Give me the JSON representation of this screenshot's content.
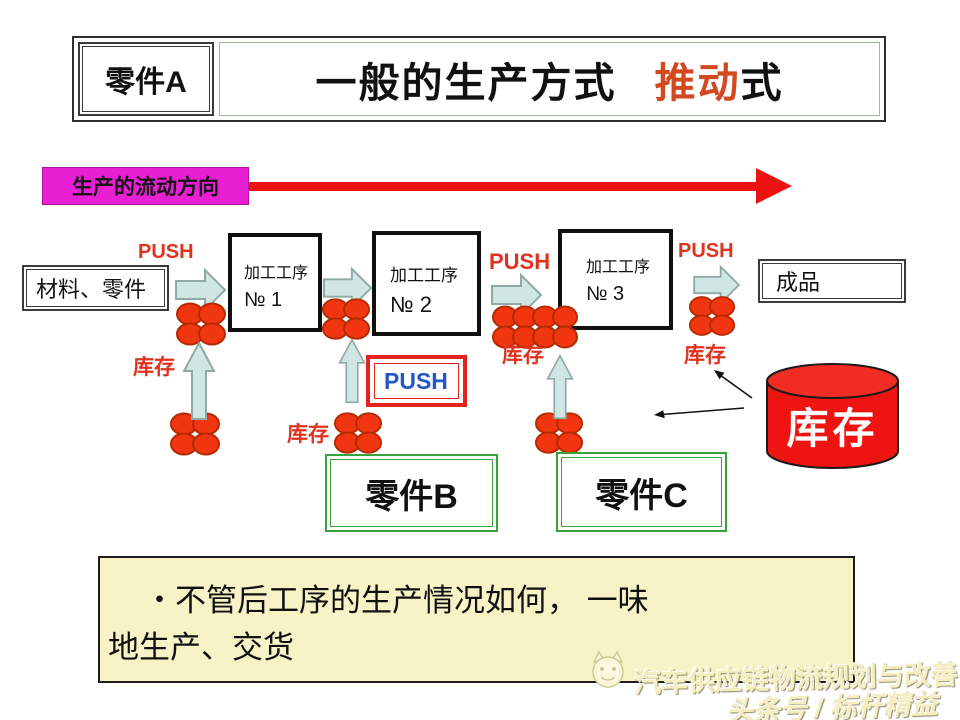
{
  "header": {
    "part_label": "零件A",
    "title_main": "一般的生产方式",
    "title_accent": "推动",
    "title_tail": "式"
  },
  "flow": {
    "direction_label": "生产的流动方向"
  },
  "labels": {
    "push": "PUSH",
    "inventory": "库存"
  },
  "nodes": {
    "material": "材料、零件",
    "finished": "成品",
    "part_b": "零件B",
    "part_c": "零件C",
    "cylinder": "库存"
  },
  "processes": [
    {
      "line1": "加工工序",
      "no": "№ 1"
    },
    {
      "line1": "加工工序",
      "no": "№ 2"
    },
    {
      "line1": "加工工序",
      "no": "№ 3"
    }
  ],
  "push_box": {
    "label": "PUSH"
  },
  "note": {
    "line1": "・不管后工序的生产情况如何， 一味",
    "line2": "地生产、交货"
  },
  "watermark": {
    "brand": "汽车供应链物流规划与改善",
    "account": "头条号 / 标杆精益"
  },
  "colors": {
    "title_accent": "#d2491f",
    "flow_label_bg": "#e81fd3",
    "flow_arrow": "#ee1111",
    "push_red": "#e0321f",
    "push_blue": "#2257c4",
    "block_arrow_fill": "#cfe6e2",
    "inventory_dot": "#f23511",
    "green_border": "#3aa23a",
    "cylinder_red": "#ee1411",
    "note_bg": "#f7f3c6"
  }
}
